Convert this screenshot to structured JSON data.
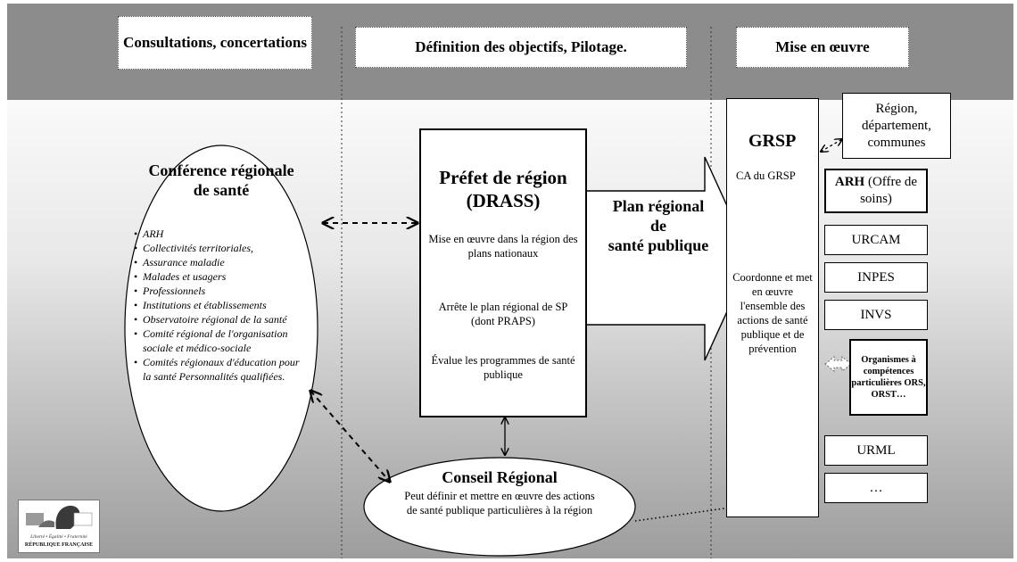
{
  "headers": {
    "consultations": "Consultations, concertations",
    "definition": "Définition des objectifs, Pilotage.",
    "mise_en_oeuvre": "Mise en œuvre"
  },
  "conference": {
    "title": "Conférence régionale de santé",
    "members": [
      "ARH",
      "Collectivités territoriales,",
      "Assurance maladie",
      "Malades et usagers",
      "Professionnels",
      "Institutions et établissements",
      "Observatoire régional de la santé",
      "Comité régional de l'organisation sociale et médico-sociale",
      "Comités régionaux d'éducation pour la santé Personnalités qualifiées."
    ]
  },
  "prefet": {
    "title_line1": "Préfet de région",
    "title_line2": "(DRASS)",
    "task1": "Mise en œuvre dans la région des plans nationaux",
    "task2": "Arrête le plan régional de SP (dont PRAPS)",
    "task3": "Évalue les programmes de santé publique"
  },
  "plan_arrow": {
    "line1": "Plan régional",
    "line2": "de",
    "line3": "santé publique"
  },
  "conseil": {
    "title": "Conseil Régional",
    "description": "Peut définir et mettre en œuvre des actions de santé publique particulières à la région"
  },
  "grsp": {
    "title": "GRSP",
    "subtitle": "CA du GRSP",
    "description": "Coordonne et met en œuvre l'ensemble des actions de santé publique et de prévention"
  },
  "partners": {
    "region": "Région, département, communes",
    "arh_bold": "ARH",
    "arh_rest": "(Offre de soins)",
    "urcam": "URCAM",
    "inpes": "INPES",
    "invs": "INVS",
    "organismes": "Organismes à compétences particulières ORS, ORST…",
    "urml": "URML",
    "more": "…"
  },
  "logo": {
    "motto": "Liberté • Égalité • Fraternité",
    "name": "RÉPUBLIQUE FRANÇAISE"
  }
}
